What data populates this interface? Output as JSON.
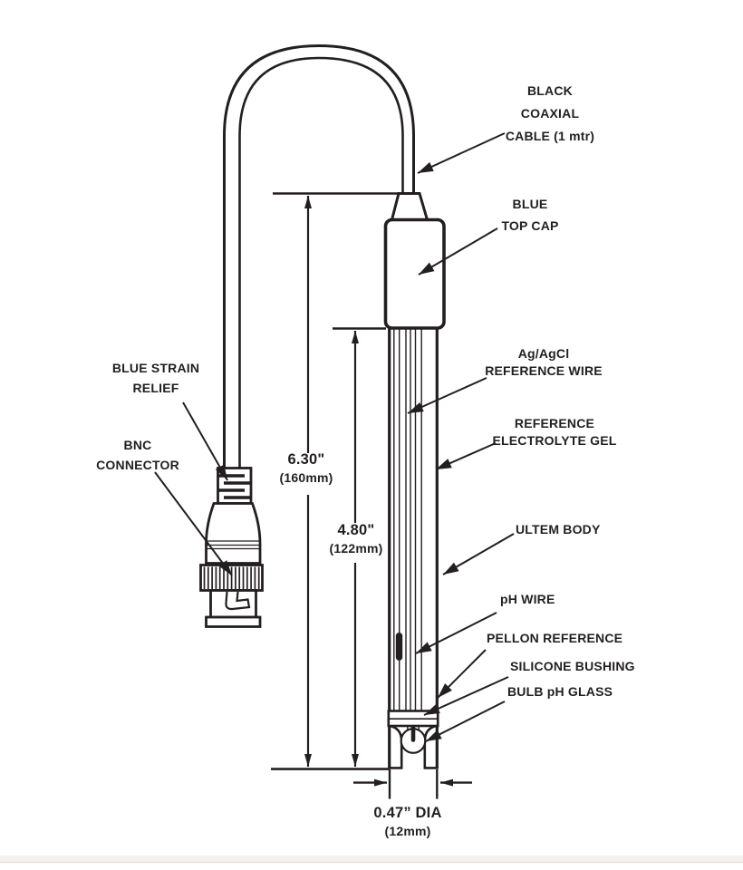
{
  "figure": {
    "subject": "pH electrode probe technical diagram",
    "ink_color": "#231f20",
    "background_color": "#ffffff"
  },
  "labels": {
    "cable": {
      "lines": [
        "BLACK",
        "COAXIAL",
        "CABLE (1 mtr)"
      ]
    },
    "top_cap": {
      "lines": [
        "BLUE",
        "TOP CAP"
      ]
    },
    "reference_wire": {
      "lines": [
        "Ag/AgCl",
        "REFERENCE WIRE"
      ]
    },
    "electrolyte_gel": {
      "lines": [
        "REFERENCE",
        "ELECTROLYTE GEL"
      ]
    },
    "ultem_body": {
      "lines": [
        "ULTEM BODY"
      ]
    },
    "ph_wire": {
      "lines": [
        "pH WIRE"
      ]
    },
    "pellon_reference": {
      "lines": [
        "PELLON REFERENCE"
      ]
    },
    "silicone_bushing": {
      "lines": [
        "SILICONE BUSHING"
      ]
    },
    "bulb_ph_glass": {
      "lines": [
        "BULB pH GLASS"
      ]
    },
    "strain_relief": {
      "lines": [
        "BLUE STRAIN",
        "RELIEF"
      ]
    },
    "bnc_connector": {
      "lines": [
        "BNC",
        "CONNECTOR"
      ]
    }
  },
  "dimensions": {
    "overall_length": {
      "inches": "6.30\"",
      "metric": "(160mm)"
    },
    "body_length": {
      "inches": "4.80\"",
      "metric": "(122mm)"
    },
    "diameter": {
      "inches": "0.47” DIA",
      "metric": "(12mm)"
    }
  }
}
